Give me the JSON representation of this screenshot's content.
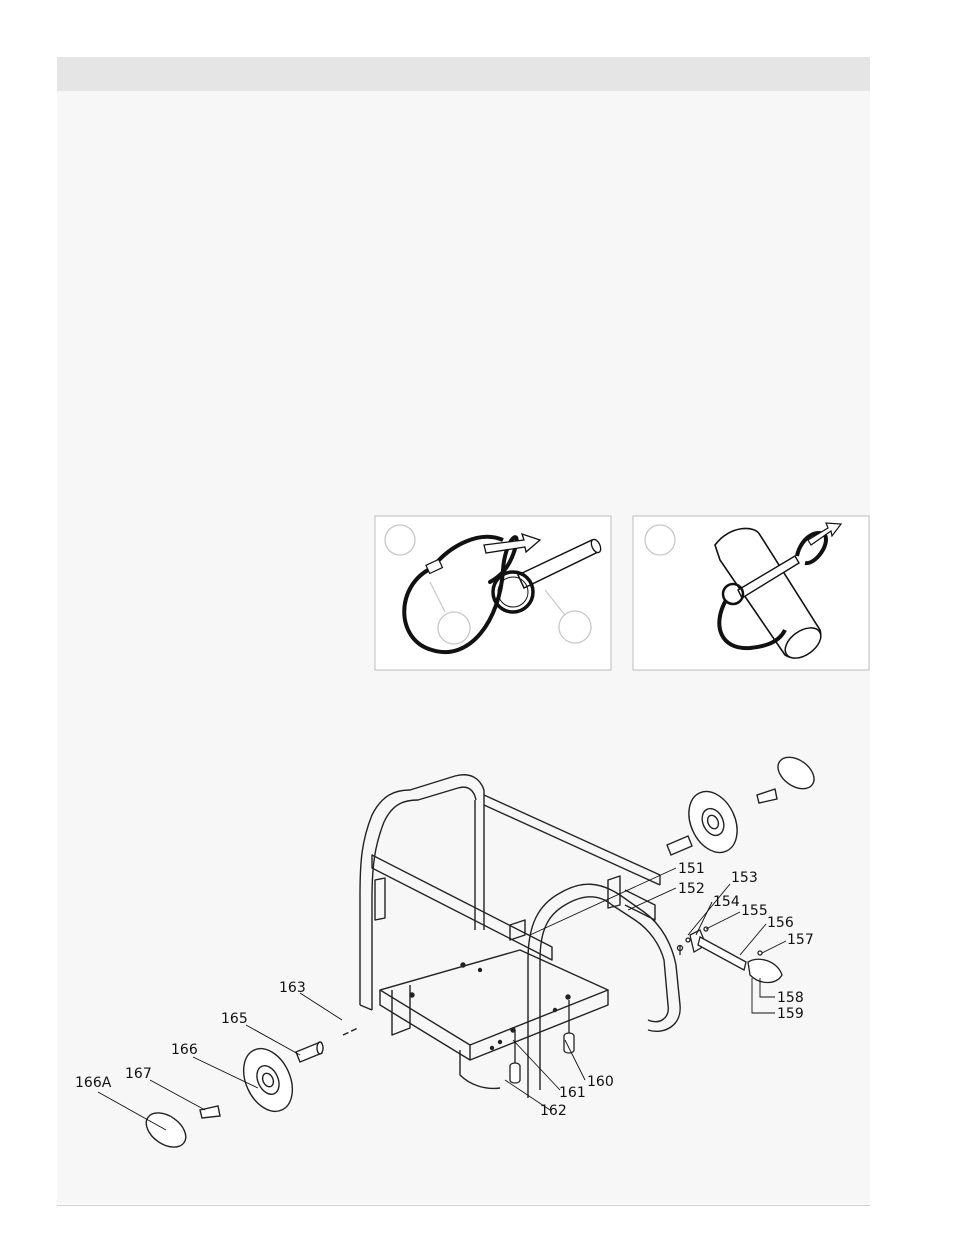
{
  "header": {
    "title": ""
  },
  "callouts": {
    "c151": "151",
    "c152": "152",
    "c153": "153",
    "c154": "154",
    "c155": "155",
    "c156": "156",
    "c157": "157",
    "c158": "158",
    "c159": "159",
    "c160": "160",
    "c161": "161",
    "c162": "162",
    "c163": "163",
    "c165": "165",
    "c166": "166",
    "c166A": "166A",
    "c167": "167"
  }
}
